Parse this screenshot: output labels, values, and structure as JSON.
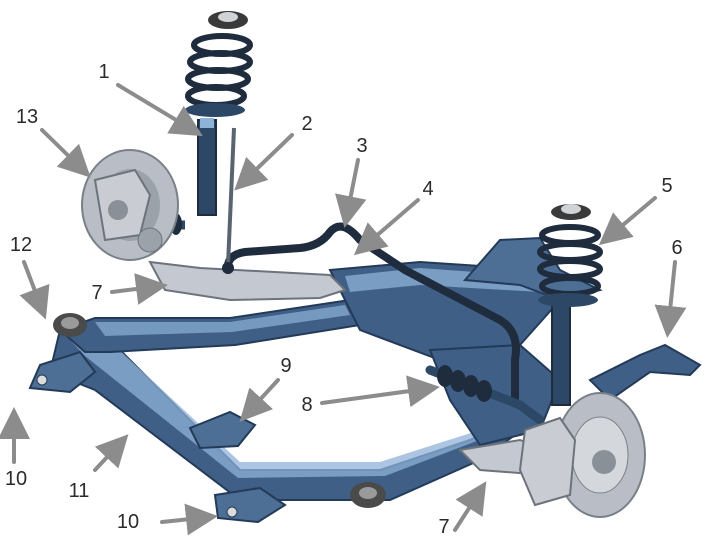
{
  "diagram": {
    "colors": {
      "arrow": "#8c8c8c",
      "frame": "#3f5f86",
      "frame_dark": "#233a58",
      "frame_light": "#8fb2d8",
      "spring": "#1e2c3d",
      "strut": "#2c4866",
      "disc": "#b9bec6",
      "arm": "#c4c9d1",
      "bushing": "#4a4a4a",
      "label": "#2b2b2b"
    },
    "callouts": [
      "1",
      "2",
      "3",
      "4",
      "5",
      "6",
      "7",
      "8",
      "9",
      "10",
      "11",
      "12",
      "13",
      "10",
      "7"
    ]
  }
}
